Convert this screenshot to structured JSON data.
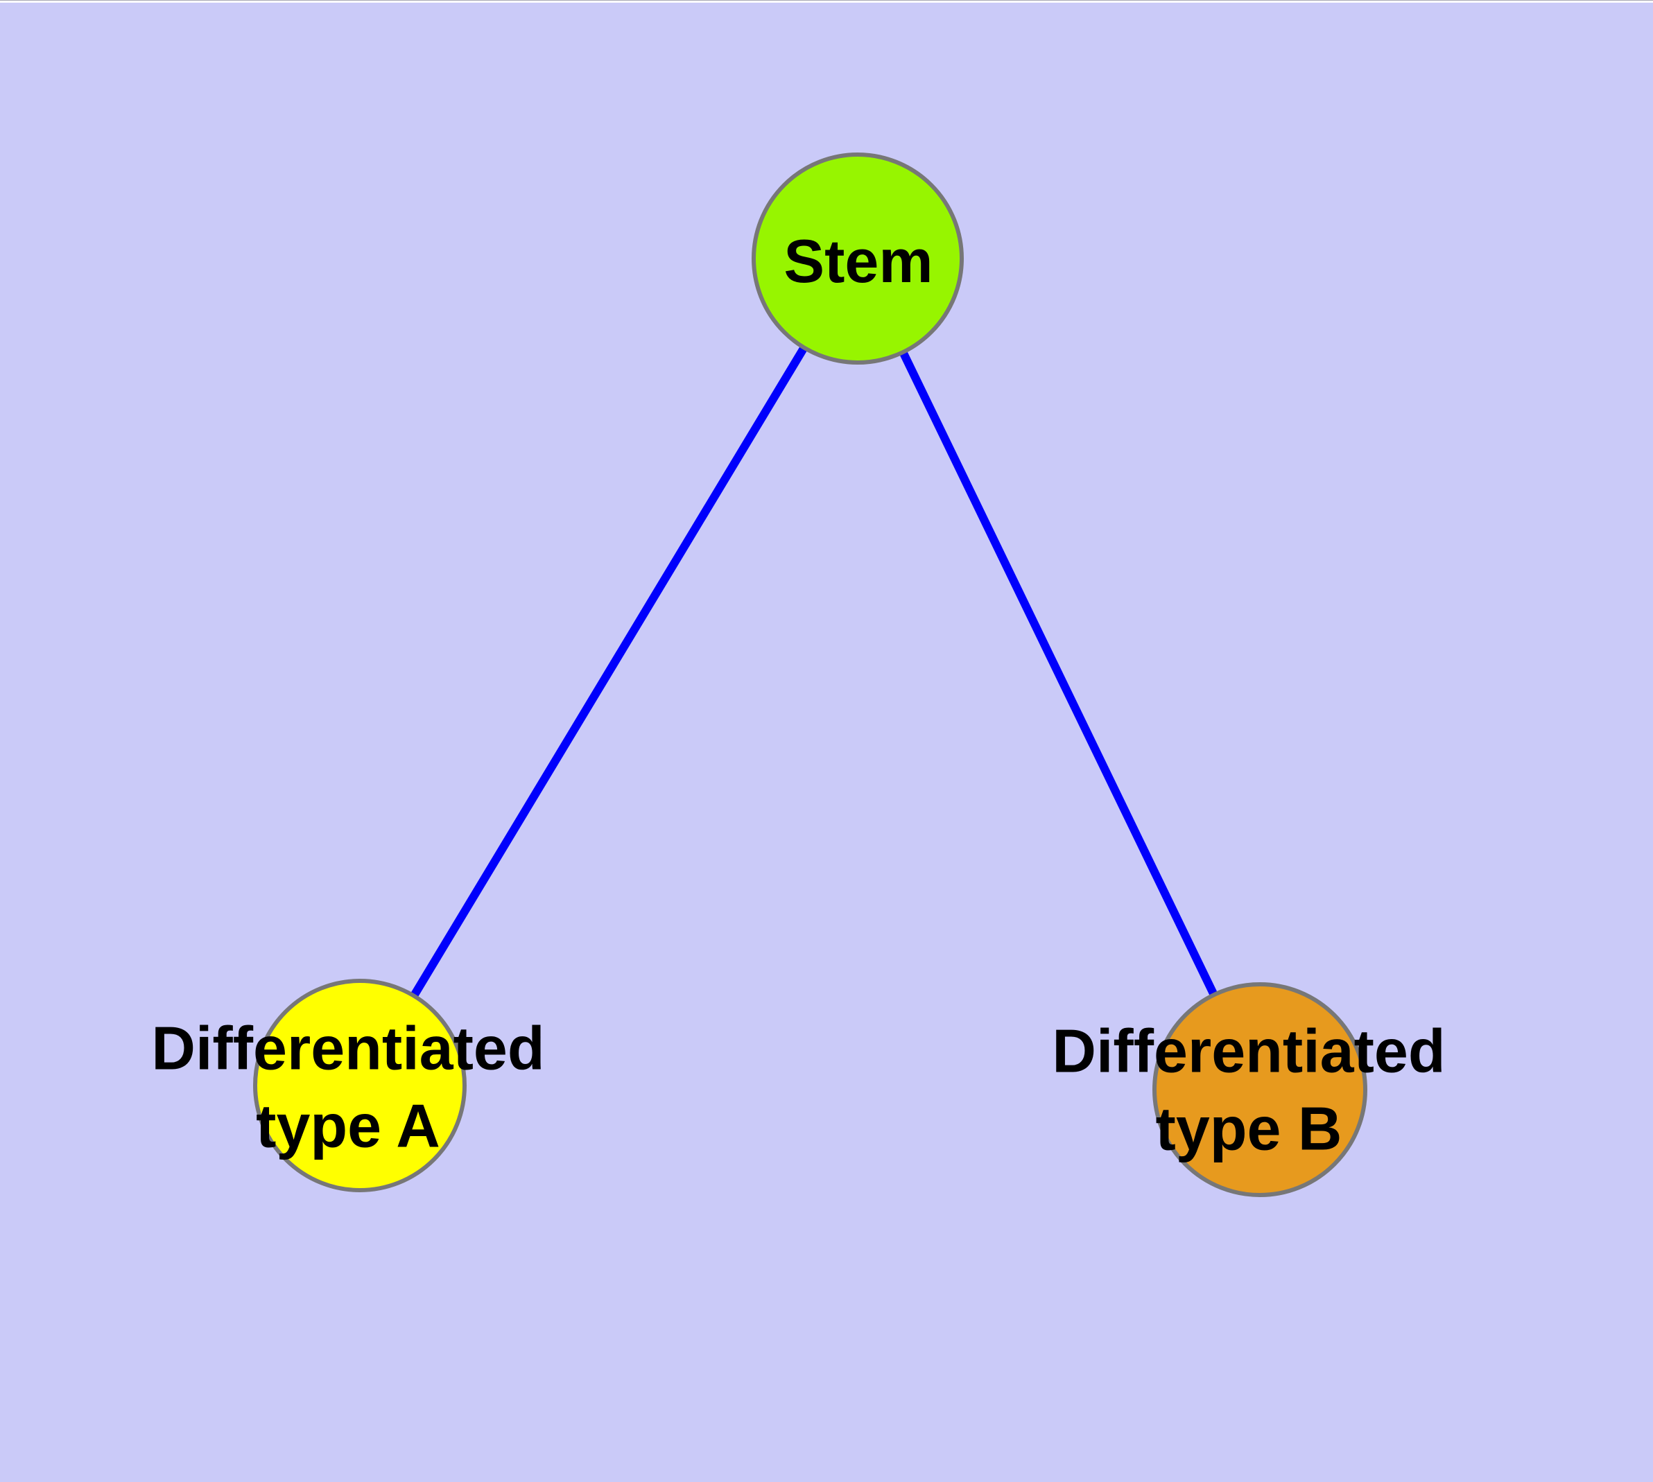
{
  "diagram": {
    "background_color": "#CACAF8",
    "edge_color": "#0000FC",
    "node_border_color": "#777777",
    "label_color": "#000000",
    "nodes": [
      {
        "id": "stem",
        "label": "Stem",
        "fill_color": "#97F500"
      },
      {
        "id": "differentiated-type-a",
        "label": "Differentiated\ntype A",
        "fill_color": "#FFFF00"
      },
      {
        "id": "differentiated-type-b",
        "label": "Differentiated\ntype B",
        "fill_color": "#E79A1E"
      }
    ],
    "edges": [
      {
        "from": "stem",
        "to": "differentiated-type-a"
      },
      {
        "from": "stem",
        "to": "differentiated-type-b"
      }
    ]
  }
}
